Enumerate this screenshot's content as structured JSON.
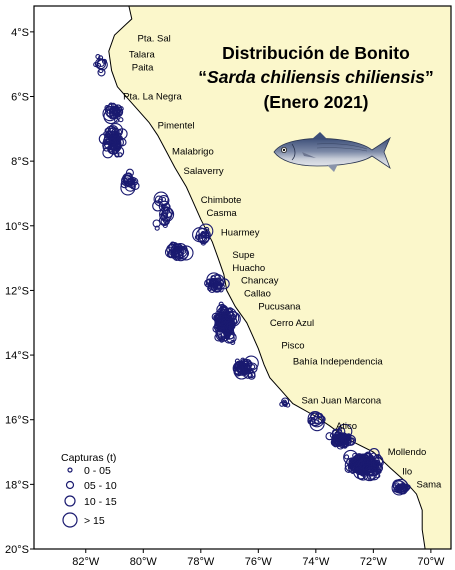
{
  "title": {
    "line1": "Distribución de Bonito",
    "line2_open": "“",
    "line2_species": "Sarda chiliensis chiliensis",
    "line2_close": "”",
    "line3": "(Enero 2021)"
  },
  "axes": {
    "lat_ticks": [
      "4°S",
      "6°S",
      "8°S",
      "10°S",
      "12°S",
      "14°S",
      "16°S",
      "18°S",
      "20°S"
    ],
    "lon_ticks": [
      "82°W",
      "80°W",
      "78°W",
      "76°W",
      "74°W",
      "72°W",
      "70°W"
    ]
  },
  "places": [
    {
      "name": "Pta. Sal",
      "lon": -80.2,
      "lat": -4.2
    },
    {
      "name": "Talara",
      "lon": -80.5,
      "lat": -4.7
    },
    {
      "name": "Paita",
      "lon": -80.4,
      "lat": -5.1
    },
    {
      "name": "Pta. La Negra",
      "lon": -80.7,
      "lat": -6.0
    },
    {
      "name": "Pimentel",
      "lon": -79.5,
      "lat": -6.9
    },
    {
      "name": "Malabrigo",
      "lon": -79.0,
      "lat": -7.7
    },
    {
      "name": "Salaverry",
      "lon": -78.6,
      "lat": -8.3
    },
    {
      "name": "Chimbote",
      "lon": -78.0,
      "lat": -9.2
    },
    {
      "name": "Casma",
      "lon": -77.8,
      "lat": -9.6
    },
    {
      "name": "Huarmey",
      "lon": -77.3,
      "lat": -10.2
    },
    {
      "name": "Supe",
      "lon": -76.9,
      "lat": -10.9
    },
    {
      "name": "Huacho",
      "lon": -76.9,
      "lat": -11.3
    },
    {
      "name": "Chancay",
      "lon": -76.6,
      "lat": -11.7
    },
    {
      "name": "Callao",
      "lon": -76.5,
      "lat": -12.1
    },
    {
      "name": "Pucusana",
      "lon": -76.0,
      "lat": -12.5
    },
    {
      "name": "Cerro Azul",
      "lon": -75.6,
      "lat": -13.0
    },
    {
      "name": "Pisco",
      "lon": -75.2,
      "lat": -13.7
    },
    {
      "name": "Bahía Independencia",
      "lon": -74.8,
      "lat": -14.2
    },
    {
      "name": "San Juan Marcona",
      "lon": -74.5,
      "lat": -15.4
    },
    {
      "name": "Atico",
      "lon": -73.3,
      "lat": -16.2
    },
    {
      "name": "Mollendo",
      "lon": -71.5,
      "lat": -17.0
    },
    {
      "name": "Ilo",
      "lon": -71.0,
      "lat": -17.6
    },
    {
      "name": "Sama",
      "lon": -70.5,
      "lat": -18.0
    }
  ],
  "legend": {
    "title": "Capturas (t)",
    "items": [
      "0 - 05",
      "05 - 10",
      "10 - 15",
      "> 15"
    ]
  },
  "colors": {
    "land": "#fbf7cb",
    "sea": "#ffffff",
    "catch_marker": "#1a1a70",
    "coastline": "#000000"
  },
  "extent": {
    "lon_min": -83.8,
    "lon_max": -69.3,
    "lat_min": -20.0,
    "lat_max": -3.2
  },
  "coastline": [
    [
      -80.5,
      -3.2
    ],
    [
      -80.4,
      -3.6
    ],
    [
      -81.0,
      -4.1
    ],
    [
      -81.2,
      -4.6
    ],
    [
      -81.1,
      -5.2
    ],
    [
      -80.9,
      -5.7
    ],
    [
      -80.6,
      -6.0
    ],
    [
      -80.2,
      -6.4
    ],
    [
      -79.8,
      -6.8
    ],
    [
      -79.5,
      -7.2
    ],
    [
      -79.2,
      -7.7
    ],
    [
      -78.9,
      -8.2
    ],
    [
      -78.5,
      -8.8
    ],
    [
      -78.3,
      -9.2
    ],
    [
      -78.0,
      -9.8
    ],
    [
      -77.6,
      -10.5
    ],
    [
      -77.4,
      -11.0
    ],
    [
      -77.2,
      -11.5
    ],
    [
      -77.1,
      -12.0
    ],
    [
      -76.8,
      -12.5
    ],
    [
      -76.4,
      -13.0
    ],
    [
      -76.2,
      -13.4
    ],
    [
      -76.0,
      -13.8
    ],
    [
      -75.8,
      -14.3
    ],
    [
      -75.6,
      -14.7
    ],
    [
      -75.2,
      -15.1
    ],
    [
      -74.8,
      -15.5
    ],
    [
      -74.0,
      -15.9
    ],
    [
      -73.5,
      -16.2
    ],
    [
      -72.9,
      -16.6
    ],
    [
      -72.0,
      -17.0
    ],
    [
      -71.4,
      -17.5
    ],
    [
      -70.9,
      -17.9
    ],
    [
      -70.5,
      -18.3
    ],
    [
      -70.3,
      -18.8
    ],
    [
      -70.3,
      -19.4
    ],
    [
      -70.2,
      -20.0
    ]
  ],
  "catch_clusters": [
    {
      "lon": -81.5,
      "lat": -5.0,
      "spread_lon": 0.25,
      "spread_lat": 0.35,
      "count": 10
    },
    {
      "lon": -81.0,
      "lat": -6.5,
      "spread_lon": 0.35,
      "spread_lat": 0.35,
      "count": 30
    },
    {
      "lon": -81.0,
      "lat": -7.4,
      "spread_lon": 0.4,
      "spread_lat": 0.55,
      "count": 80
    },
    {
      "lon": -80.5,
      "lat": -8.6,
      "spread_lon": 0.3,
      "spread_lat": 0.3,
      "count": 20
    },
    {
      "lon": -79.3,
      "lat": -9.5,
      "spread_lon": 0.4,
      "spread_lat": 0.7,
      "count": 25
    },
    {
      "lon": -78.8,
      "lat": -10.8,
      "spread_lon": 0.45,
      "spread_lat": 0.35,
      "count": 40
    },
    {
      "lon": -77.9,
      "lat": -10.3,
      "spread_lon": 0.25,
      "spread_lat": 0.35,
      "count": 15
    },
    {
      "lon": -77.5,
      "lat": -11.8,
      "spread_lon": 0.4,
      "spread_lat": 0.25,
      "count": 40
    },
    {
      "lon": -77.2,
      "lat": -13.0,
      "spread_lon": 0.45,
      "spread_lat": 0.75,
      "count": 160
    },
    {
      "lon": -76.5,
      "lat": -14.4,
      "spread_lon": 0.45,
      "spread_lat": 0.35,
      "count": 60
    },
    {
      "lon": -75.1,
      "lat": -15.5,
      "spread_lon": 0.2,
      "spread_lat": 0.15,
      "count": 6
    },
    {
      "lon": -74.0,
      "lat": -16.0,
      "spread_lon": 0.3,
      "spread_lat": 0.2,
      "count": 12
    },
    {
      "lon": -73.1,
      "lat": -16.6,
      "spread_lon": 0.5,
      "spread_lat": 0.3,
      "count": 70
    },
    {
      "lon": -72.3,
      "lat": -17.4,
      "spread_lon": 0.75,
      "spread_lat": 0.4,
      "count": 200
    },
    {
      "lon": -71.0,
      "lat": -18.1,
      "spread_lon": 0.35,
      "spread_lat": 0.2,
      "count": 25
    }
  ]
}
